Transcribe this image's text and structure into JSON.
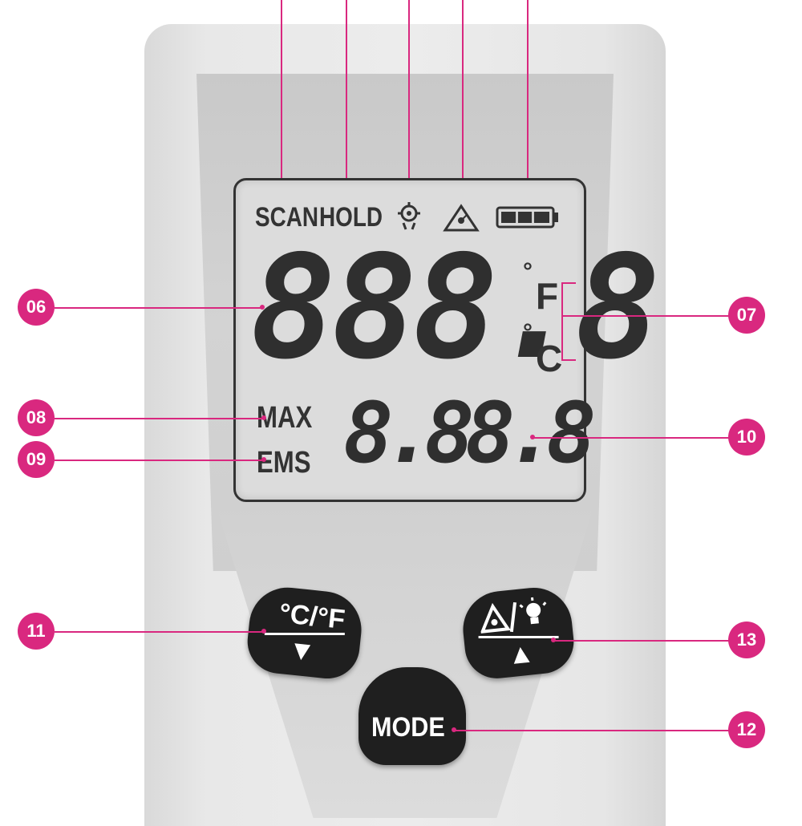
{
  "lcd": {
    "scan_label": "SCAN",
    "hold_label": "HOLD",
    "main_readout": "888.8",
    "unit_f": "F",
    "unit_c": "C",
    "degree_symbol": "°",
    "max_label": "MAX",
    "ems_label": "EMS",
    "sub_readout": "8.88.8"
  },
  "buttons": {
    "cf_label": "°C/°F",
    "cf_arrow": "▼",
    "laser_arrow": "▲",
    "mode_label": "MODE"
  },
  "callouts": [
    "06",
    "07",
    "08",
    "09",
    "10",
    "11",
    "12",
    "13"
  ],
  "colors": {
    "callout": "#d9287f",
    "lcd_bg": "#dcdcdc",
    "body": "#e6e6e6",
    "button": "#1f1f1f"
  }
}
